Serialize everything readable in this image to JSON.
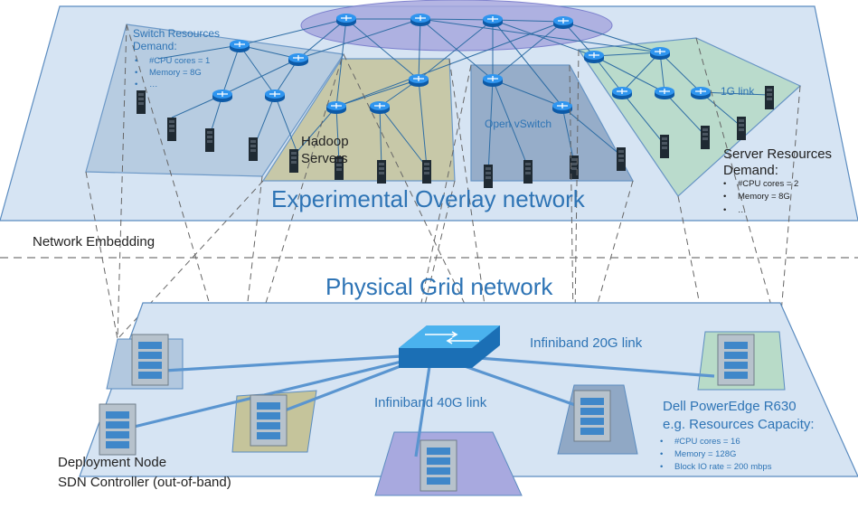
{
  "overlay": {
    "title": "Experimental Overlay  network",
    "switch_demand": {
      "heading_line1": "Switch Resources",
      "heading_line2": "Demand:",
      "items": [
        "#CPU cores = 1",
        "Memory = 8G",
        "…"
      ]
    },
    "server_demand": {
      "heading_line1": "Server Resources",
      "heading_line2": "Demand:",
      "items": [
        "#CPU cores = 2",
        "Memory = 8G",
        "…"
      ]
    },
    "hadoop_line1": "Hadoop",
    "hadoop_line2": "Servers",
    "ovs_label": "Open vSwitch",
    "link_label": "1G link"
  },
  "embedding_label": "Network Embedding",
  "physical": {
    "title": "Physical Grid network",
    "link20": "Infiniband 20G link",
    "link40": "Infiniband 40G link",
    "deploy_line1": "Deployment Node",
    "deploy_line2": "SDN Controller (out-of-band)",
    "dell_line1": "Dell PowerEdge R630",
    "dell_line2": "e.g. Resources Capacity:",
    "capacity": [
      "#CPU cores = 16",
      "Memory = 128G",
      "Block IO rate = 200 mbps"
    ]
  },
  "colors": {
    "plane_fill": "#d6e4f3",
    "plane_stroke": "#5b8cc0",
    "link_blue": "#5a95d0",
    "router": "#1e88e5",
    "text_blue": "#2e74b5"
  }
}
